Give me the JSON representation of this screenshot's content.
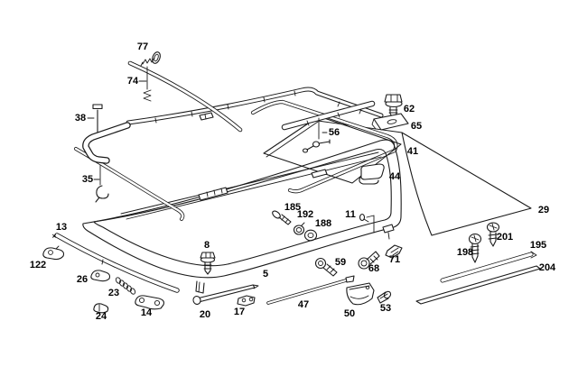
{
  "diagram": {
    "type": "exploded-parts-diagram",
    "subject": "sliding-roof assembly line drawing",
    "background": "#ffffff",
    "line_color": "#1a1a1a",
    "label_color": "#000000",
    "marks": {
      "cross": "×"
    },
    "parts": [
      {
        "number": "77",
        "glyph": "screw"
      },
      {
        "number": "74",
        "glyph": "curved-trim-strip"
      },
      {
        "number": "38",
        "glyph": "pin"
      },
      {
        "number": "35",
        "glyph": "edge-seal-hook"
      },
      {
        "number": "13",
        "glyph": "deflector-bar"
      },
      {
        "number": "122",
        "glyph": "clip"
      },
      {
        "number": "26",
        "glyph": "clip"
      },
      {
        "number": "23",
        "glyph": "coil-spring"
      },
      {
        "number": "24",
        "glyph": "clip"
      },
      {
        "number": "14",
        "glyph": "bracket"
      },
      {
        "number": "20",
        "glyph": "rod"
      },
      {
        "number": "17",
        "glyph": "clip"
      },
      {
        "number": "8",
        "glyph": "hex-screw"
      },
      {
        "number": "5",
        "glyph": "roof-frame"
      },
      {
        "number": "47",
        "glyph": "guide-rail"
      },
      {
        "number": "50",
        "glyph": "bracket"
      },
      {
        "number": "53",
        "glyph": "bolt"
      },
      {
        "number": "59",
        "glyph": "screw"
      },
      {
        "number": "68",
        "glyph": "bolt"
      },
      {
        "number": "71",
        "glyph": "clip"
      },
      {
        "number": "185",
        "glyph": "screw"
      },
      {
        "number": "192",
        "glyph": "retaining-ring"
      },
      {
        "number": "188",
        "glyph": "grommet"
      },
      {
        "number": "11",
        "glyph": "pin"
      },
      {
        "number": "56",
        "glyph": "crank-strip"
      },
      {
        "number": "62",
        "glyph": "hex-screw"
      },
      {
        "number": "65",
        "glyph": "clip-nut-plate"
      },
      {
        "number": "41",
        "glyph": "panel-seal"
      },
      {
        "number": "44",
        "glyph": "cover-flap"
      },
      {
        "number": "29",
        "glyph": "roof-panel"
      },
      {
        "number": "198",
        "glyph": "screw"
      },
      {
        "number": "201",
        "glyph": "screw"
      },
      {
        "number": "195",
        "glyph": "rail-strip"
      },
      {
        "number": "204",
        "glyph": "trim-blade"
      }
    ]
  }
}
